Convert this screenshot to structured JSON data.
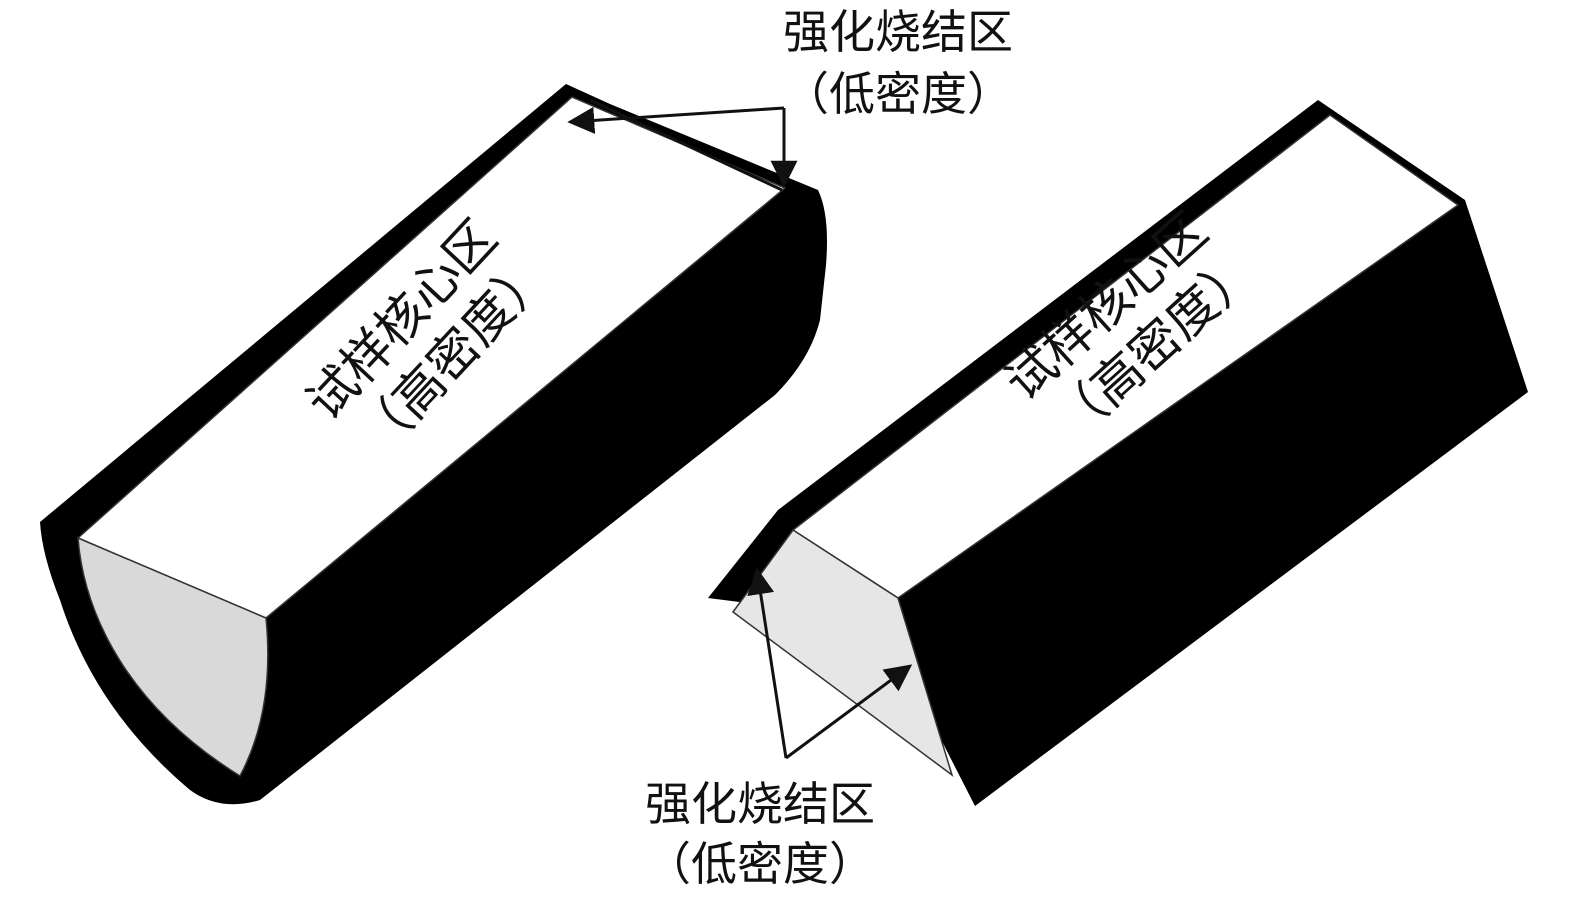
{
  "labels": {
    "top_callout": {
      "line1": "强化烧结区",
      "line2": "（低密度）"
    },
    "bottom_callout": {
      "line1": "强化烧结区",
      "line2": "（低密度）"
    },
    "left_core": {
      "line1": "试样核心区",
      "line2": "（高密度）"
    },
    "right_core": {
      "line1": "试样核心区",
      "line2": "（高密度）"
    }
  },
  "colors": {
    "shell": "#000000",
    "top_face": "#ffffff",
    "cross_section": "#d9d9d9",
    "cross_section_right": "#e6e6e6",
    "arrow": "#111111"
  }
}
